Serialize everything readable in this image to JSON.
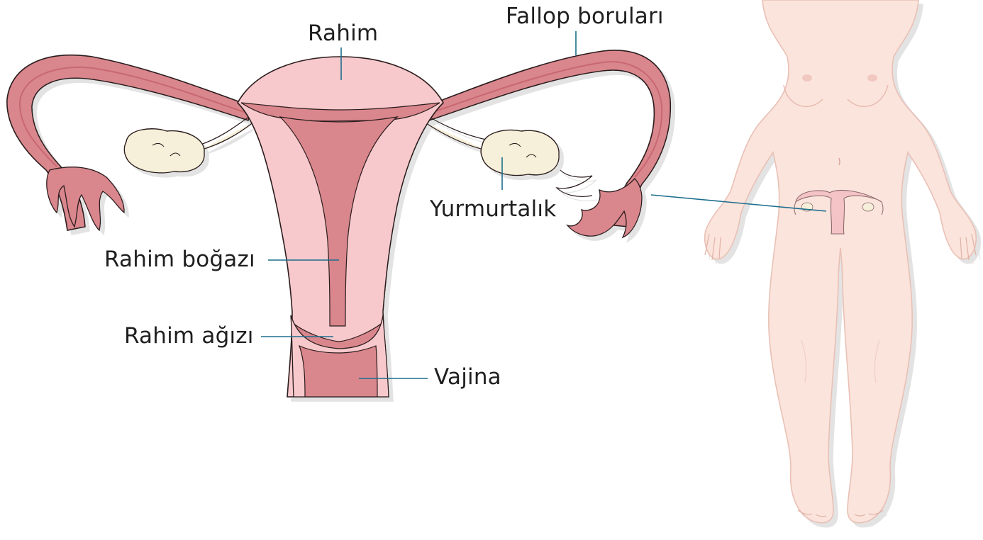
{
  "labels": {
    "uterus": "Rahim",
    "fallopian_tubes": "Fallop boruları",
    "ovary": "Yurmurtalık",
    "cervical_canal": "Rahim boğazı",
    "cervix": "Rahim ağızı",
    "vagina": "Vajina"
  },
  "colors": {
    "uterus_outer": "#f7c9cc",
    "uterus_inner": "#d9868d",
    "tube_wall": "#c9676f",
    "ovary": "#f6efd9",
    "leader_line": "#1d6e8d",
    "outline": "#2a1a1c",
    "body_skin": "#fbe4dc",
    "body_outline": "#e9c0b5"
  },
  "icons": {
    "organ": "uterus-illustration",
    "figure": "female-body-silhouette"
  }
}
